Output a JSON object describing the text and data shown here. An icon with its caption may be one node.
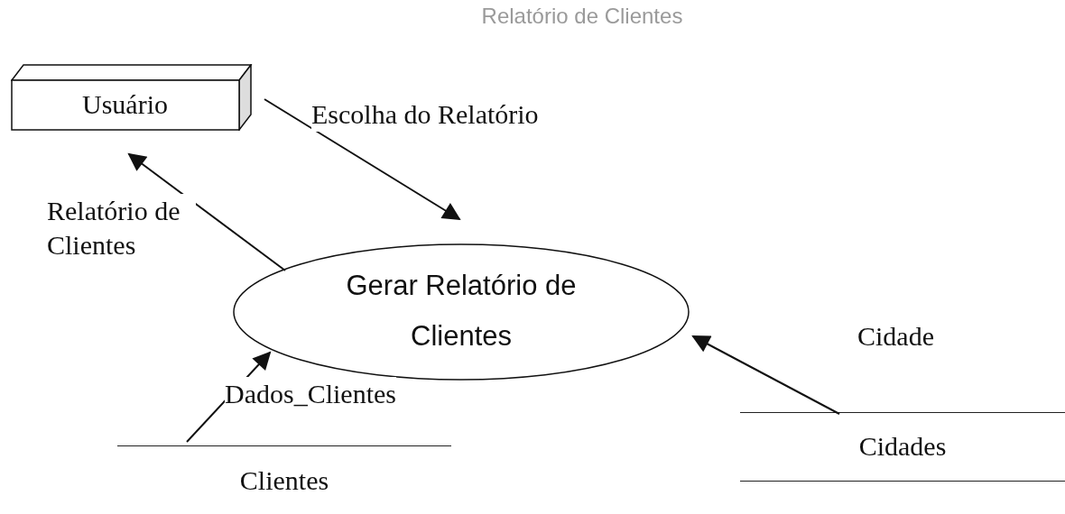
{
  "diagram": {
    "title": "Relatório de Clientes",
    "nodes": [
      {
        "text": [
          "Usuário"
        ]
      },
      {
        "text": [
          "Gerar Relatório de Clientes"
        ]
      },
      {
        "text": [
          "Clientes"
        ]
      },
      {
        "text": [
          "Cidades"
        ]
      }
    ],
    "edges": [
      {
        "from": 0,
        "to": 1,
        "arrow": "to",
        "label": "Escolha do Relatório"
      },
      {
        "from": 1,
        "to": 0,
        "arrow": "to",
        "label": "Relatório de Clientes"
      },
      {
        "from": 2,
        "to": 1,
        "arrow": "to",
        "label": "Dados_Clientes"
      },
      {
        "from": 3,
        "to": 1,
        "arrow": "to",
        "label": "Cidade"
      }
    ]
  }
}
